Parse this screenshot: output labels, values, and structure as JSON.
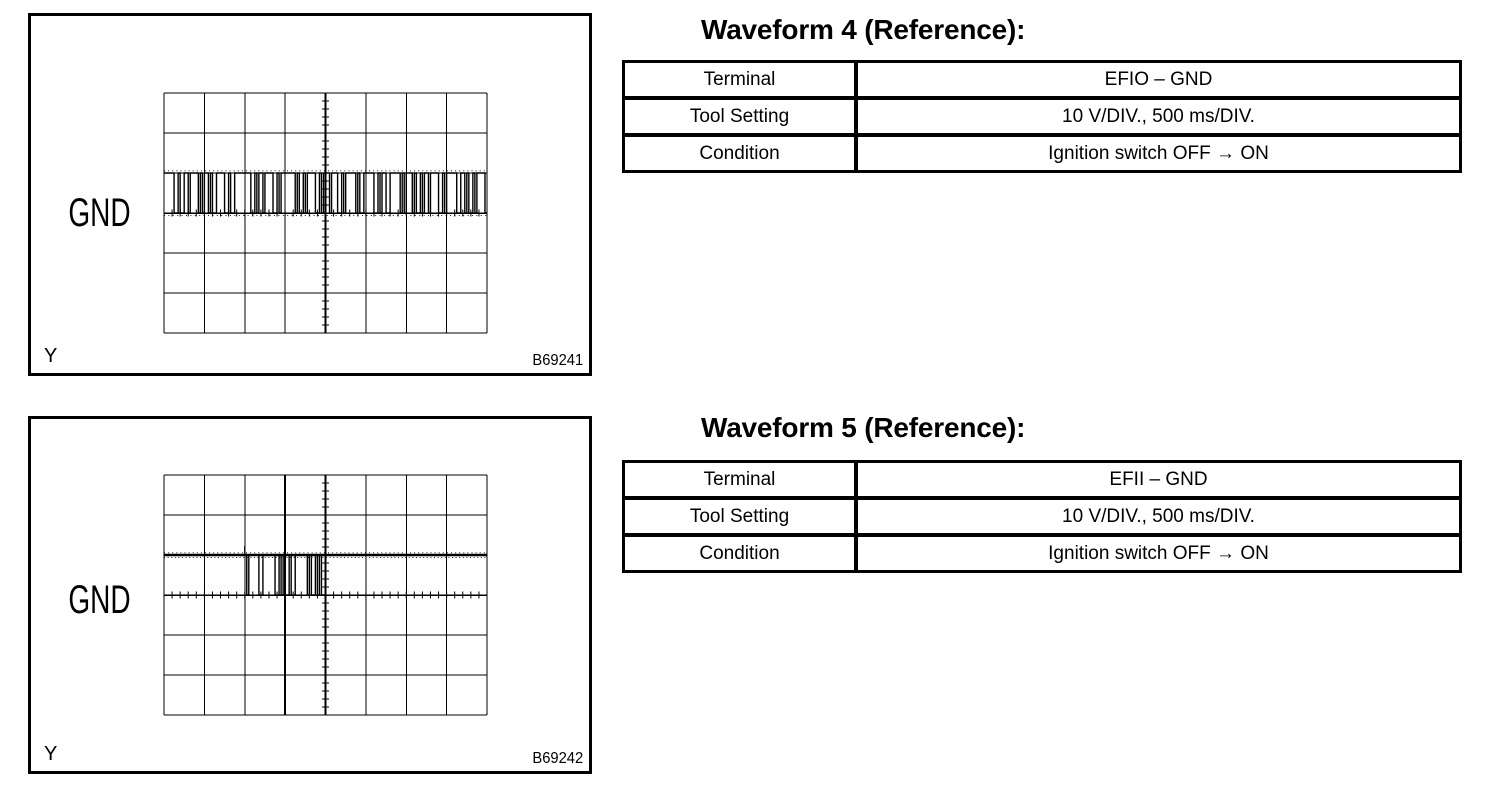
{
  "document": {
    "background": "#ffffff",
    "ink_color": "#000000"
  },
  "sections": [
    {
      "heading": "Waveform 4 (Reference):",
      "figure": {
        "gnd_label": "GND",
        "axis_label": "Y",
        "code": "B69241",
        "grid": {
          "cols": 8,
          "rows": 6,
          "ticks_per_div": 5
        },
        "wave": {
          "type": "digital-pulse-train",
          "style": "dense",
          "high_divs_above_center": 1,
          "low_at_center_line": true,
          "up_spike_bit": null,
          "thick_col": null,
          "bits": "1111100100110111101011010011110010011111111001011011110010111111101001011110010111011100101111101001111100101100111110101110100101101111001011111001101001011110"
        }
      },
      "table": {
        "rows": [
          {
            "label": "Terminal",
            "value": "EFIO – GND"
          },
          {
            "label": "Tool Setting",
            "value": "10 V/DIV., 500 ms/DIV."
          },
          {
            "label": "Condition",
            "value": "Ignition switch OFF → ON"
          }
        ]
      }
    },
    {
      "heading": "Waveform 5 (Reference):",
      "figure": {
        "gnd_label": "GND",
        "axis_label": "Y",
        "code": "B69242",
        "grid": {
          "cols": 8,
          "rows": 6,
          "ticks_per_div": 5
        },
        "wave": {
          "type": "digital-pulse-train",
          "style": "burst",
          "high_divs_above_center": 1,
          "low_at_center_line": true,
          "up_spike_bit": 40,
          "thick_col": 3,
          "bits": "1111111111111111111111111111111111111111101111100111111001010010011111101001010011111111111111111111111111111111111111111111111111111111111111111111111111111111"
        }
      },
      "table": {
        "rows": [
          {
            "label": "Terminal",
            "value": "EFII – GND"
          },
          {
            "label": "Tool Setting",
            "value": "10 V/DIV., 500 ms/DIV."
          },
          {
            "label": "Condition",
            "value": "Ignition switch OFF → ON"
          }
        ]
      }
    }
  ]
}
